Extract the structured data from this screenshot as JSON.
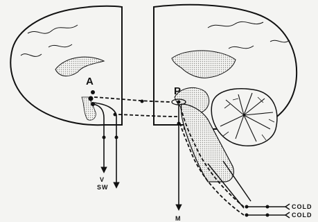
{
  "labels": {
    "nucleus_a": "A",
    "nucleus_p": "P",
    "output_v": "V",
    "output_sw": "SW",
    "output_m": "M",
    "input_cold_1": "COLD",
    "input_cold_2": "COLD"
  },
  "colors": {
    "background": "#f4f4f2",
    "ink": "#111111",
    "stipple": "#b9b9b4"
  }
}
